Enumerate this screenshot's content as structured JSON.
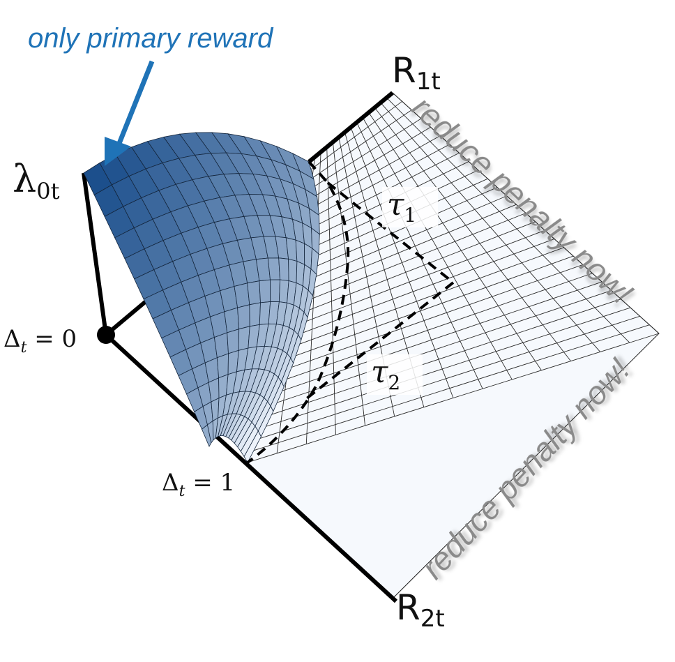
{
  "diagram": {
    "callout_text": "only primary reward",
    "warning_text_1": "reduce penalty now!",
    "warning_text_2": "reduce penalty now!",
    "labels": {
      "lambda": {
        "main": "λ",
        "sub": "0t"
      },
      "r1": {
        "main": "R",
        "sub": "1t"
      },
      "r2": {
        "main": "R",
        "sub": "2t"
      },
      "tau1": {
        "main": "τ",
        "sub": "1"
      },
      "tau2": {
        "main": "τ",
        "sub": "2"
      },
      "delta0": {
        "main": "Δ",
        "sub": "t",
        "rest": " = 0"
      },
      "delta1": {
        "main": "Δ",
        "sub": "t",
        "rest": " = 1"
      }
    },
    "colors": {
      "surface_dark": "#1c4f8c",
      "surface_light": "#edf3fb",
      "plane_fill": "#f6f9fd",
      "callout": "#1f73b7",
      "warning": "#8a8a8a",
      "axis": "#000000"
    }
  }
}
